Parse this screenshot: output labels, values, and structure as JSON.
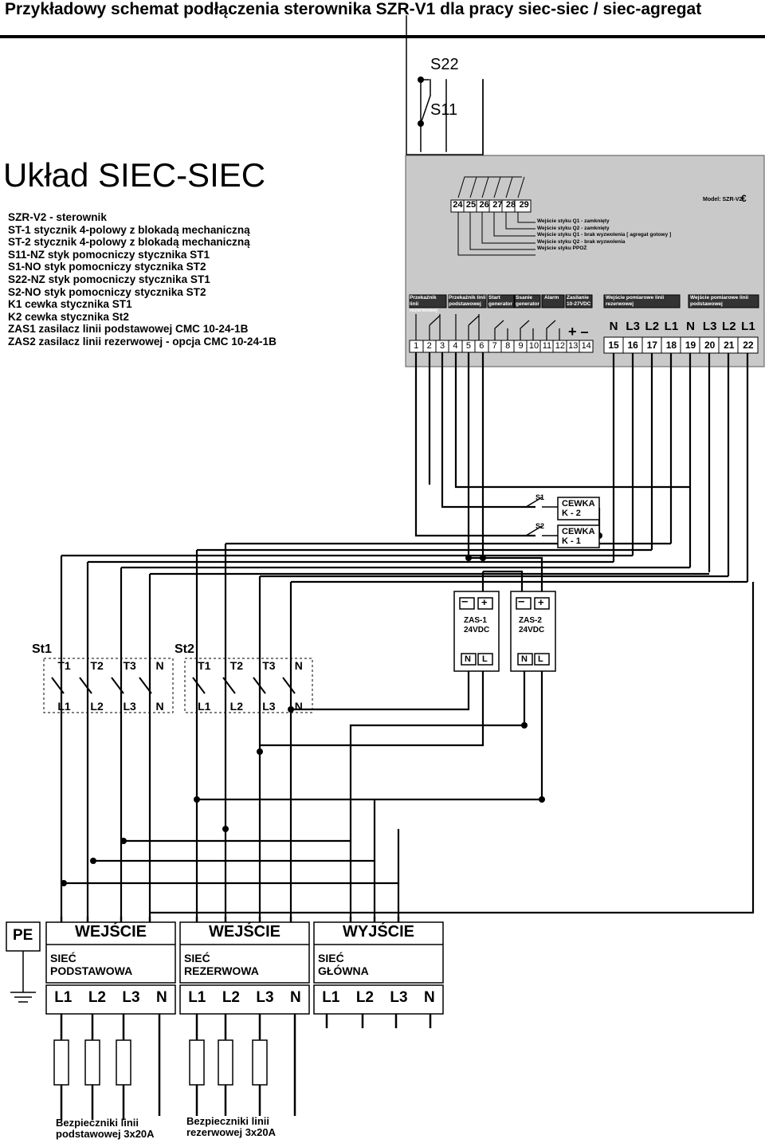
{
  "title": "Przykładowy schemat podłączenia sterownika SZR-V1 dla pracy siec-siec / siec-agregat",
  "scheme_title": "Układ SIEC-SIEC",
  "legend": [
    "SZR-V2 - sterownik",
    "ST-1 stycznik 4-polowy  z blokadą mechaniczną",
    "ST-2 stycznik 4-polowy  z blokadą mechaniczną",
    "S11-NZ  styk pomocniczy stycznika ST1",
    "S1-NO styk pomocniczy stycznika ST2",
    "S22-NZ styk pomocniczy stycznika ST1",
    "S2-NO styk pomocniczy stycznika ST2",
    "K1 cewka stycznika ST1",
    "K2 cewka stycznika St2",
    "ZAS1 zasilacz linii podstawowej CMC 10-24-1B",
    "ZAS2 zasilacz linii rezerwowej - opcja CMC 10-24-1B"
  ],
  "aux_contacts": {
    "s22": "S22",
    "s11": "S11"
  },
  "controller": {
    "model": "Model: SZR-V2",
    "logo": "€",
    "top_terminals": [
      "24",
      "25",
      "26",
      "27",
      "28",
      "29"
    ],
    "input_labels": [
      "Wejście styku Q1 - zamknięty",
      "Wejście styku Q2 - zamknięty",
      "Wejście styku Q1 - brak wyzwolenia [ agregat gotowy ]",
      "Wejście styku Q2 - brak wyzwolenia",
      "Wejście styku PPOŻ"
    ],
    "groups": [
      [
        "Przekaźnik linii",
        "rezerwowej"
      ],
      [
        "Przekaźnik linii",
        "podstawowej"
      ],
      [
        "Start",
        "generator"
      ],
      [
        "Ssanie",
        "generator"
      ],
      [
        "Alarm",
        ""
      ],
      [
        "Zasilanie",
        "10-27VDC"
      ],
      [
        "Wejście pomiarowe linii",
        "rezerwowej"
      ],
      [
        "Wejście pomiarowe linii",
        "podstawowej"
      ]
    ],
    "power_signs": "+ –",
    "bottom_terminals": [
      "1",
      "2",
      "3",
      "4",
      "5",
      "6",
      "7",
      "8",
      "9",
      "10",
      "11",
      "12",
      "13",
      "14"
    ],
    "meas_phase_labels": [
      "N",
      "L3",
      "L2",
      "L1",
      "N",
      "L3",
      "L2",
      "L1"
    ],
    "meas_terminals": [
      "15",
      "16",
      "17",
      "18",
      "19",
      "20",
      "21",
      "22"
    ]
  },
  "coils": {
    "s1": "S1",
    "s2": "S2",
    "k2": [
      "CEWKA",
      "K - 2"
    ],
    "k1": [
      "CEWKA",
      "K - 1"
    ]
  },
  "psu": [
    {
      "minus": "–",
      "plus": "+",
      "name": "ZAS-1",
      "voltage": "24VDC",
      "n": "N",
      "l": "L"
    },
    {
      "minus": "–",
      "plus": "+",
      "name": "ZAS-2",
      "voltage": "24VDC",
      "n": "N",
      "l": "L"
    }
  ],
  "contactors": [
    {
      "name": "St1",
      "top": [
        "T1",
        "T2",
        "T3",
        "N"
      ],
      "bottom": [
        "L1",
        "L2",
        "L3",
        "N"
      ]
    },
    {
      "name": "St2",
      "top": [
        "T1",
        "T2",
        "T3",
        "N"
      ],
      "bottom": [
        "L1",
        "L2",
        "L3",
        "N"
      ]
    }
  ],
  "terminals_block": {
    "pe": "PE",
    "sections": [
      {
        "head": "WEJŚCIE",
        "line1": "SIEĆ",
        "line2": "PODSTAWOWA",
        "phases": [
          "L1",
          "L2",
          "L3",
          "N"
        ]
      },
      {
        "head": "WEJŚCIE",
        "line1": "SIEĆ",
        "line2": "REZERWOWA",
        "phases": [
          "L1",
          "L2",
          "L3",
          "N"
        ]
      },
      {
        "head": "WYJŚCIE",
        "line1": "SIEĆ",
        "line2": "GŁÓWNA",
        "phases": [
          "L1",
          "L2",
          "L3",
          "N"
        ]
      }
    ]
  },
  "fuses": [
    {
      "line1": "Bezpieczniki linii",
      "line2": "podstawowej 3x20A"
    },
    {
      "line1": "Bezpieczniki linii",
      "line2": "rezerwowej 3x20A"
    }
  ]
}
